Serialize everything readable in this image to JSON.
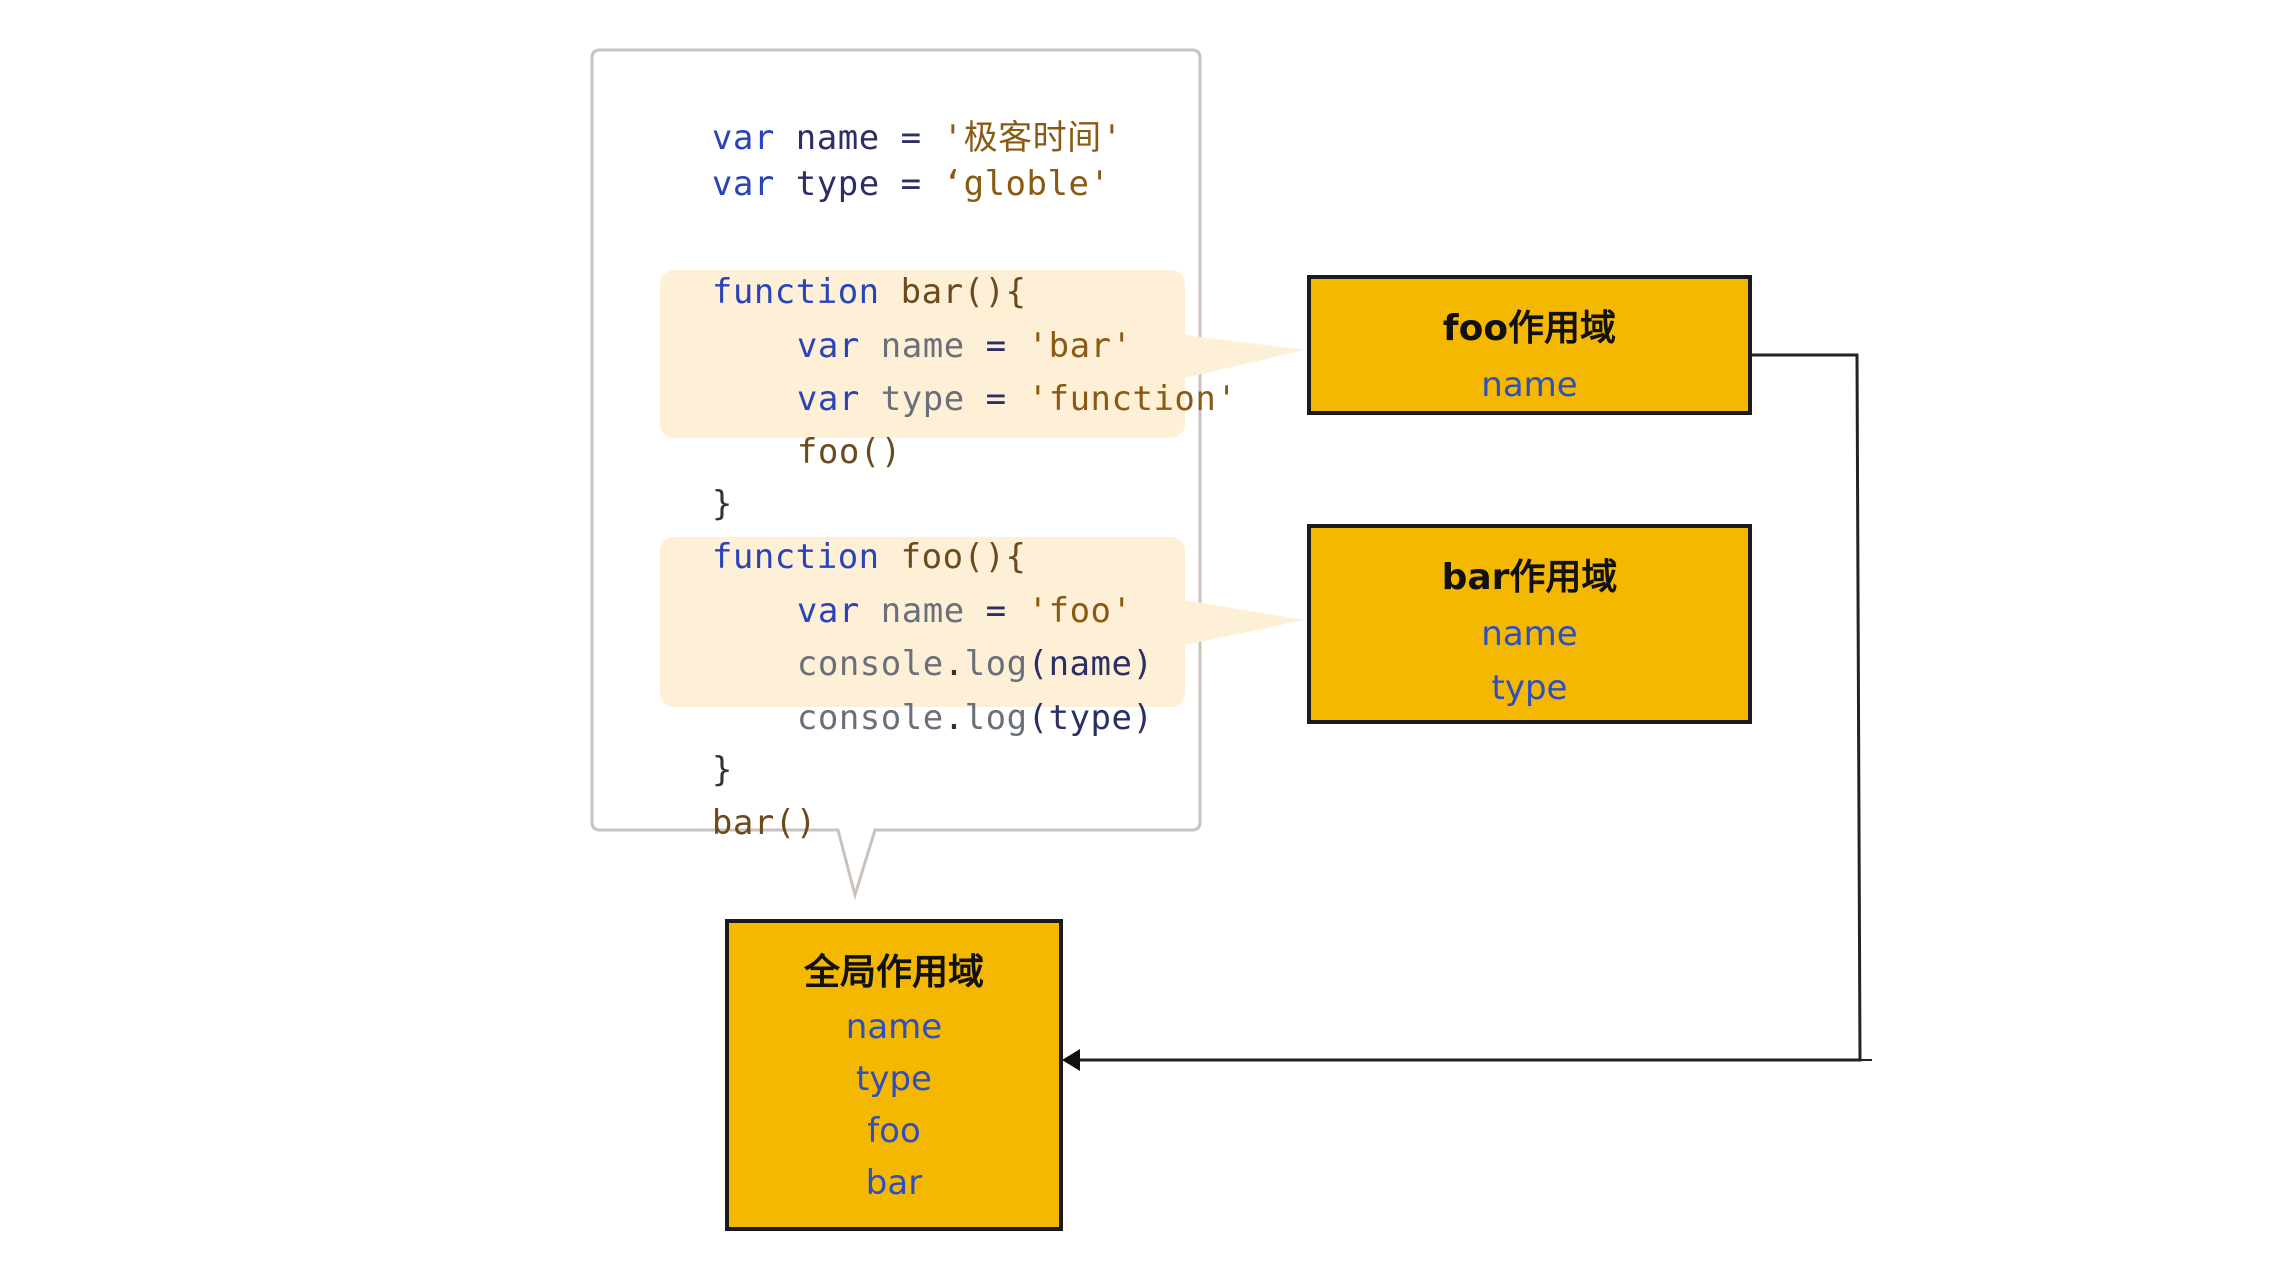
{
  "code": {
    "line1": {
      "kw": "var",
      "id": "name",
      "op": "=",
      "str": "'极客时间'"
    },
    "line2": {
      "kw": "var",
      "id": "type",
      "op": "=",
      "str": "‘globle'"
    },
    "bar_decl": {
      "kw": "function",
      "name": "bar(){"
    },
    "bar_body": [
      {
        "kw": "var",
        "id": "name",
        "op": "=",
        "str": "'bar'"
      },
      {
        "kw": "var",
        "id": "type",
        "op": "=",
        "str": "'function'"
      },
      {
        "call": "foo()"
      }
    ],
    "bar_close": "}",
    "foo_decl": {
      "kw": "function",
      "name": "foo(){"
    },
    "foo_body": [
      {
        "kw": "var",
        "id": "name",
        "op": "=",
        "str": "'foo'"
      },
      {
        "obj": "console",
        "dot": ".",
        "method": "log",
        "args": "(name)"
      },
      {
        "obj": "console",
        "dot": ".",
        "method": "log",
        "args": "(type)"
      }
    ],
    "foo_close": "}",
    "call_bar": "bar()"
  },
  "scopes": {
    "foo": {
      "title": "foo作用域",
      "vars": [
        "name"
      ]
    },
    "bar": {
      "title": "bar作用域",
      "vars": [
        "name",
        "type"
      ]
    },
    "global": {
      "title": "全局作用域",
      "vars": [
        "name",
        "type",
        "foo",
        "bar"
      ]
    }
  },
  "colors": {
    "scope_fill": "#f5b800",
    "highlight": "#fdf0d6",
    "keyword": "#2a44b8",
    "variable": "#2d4fbf",
    "string": "#8a5a12",
    "connector": "#222222"
  }
}
